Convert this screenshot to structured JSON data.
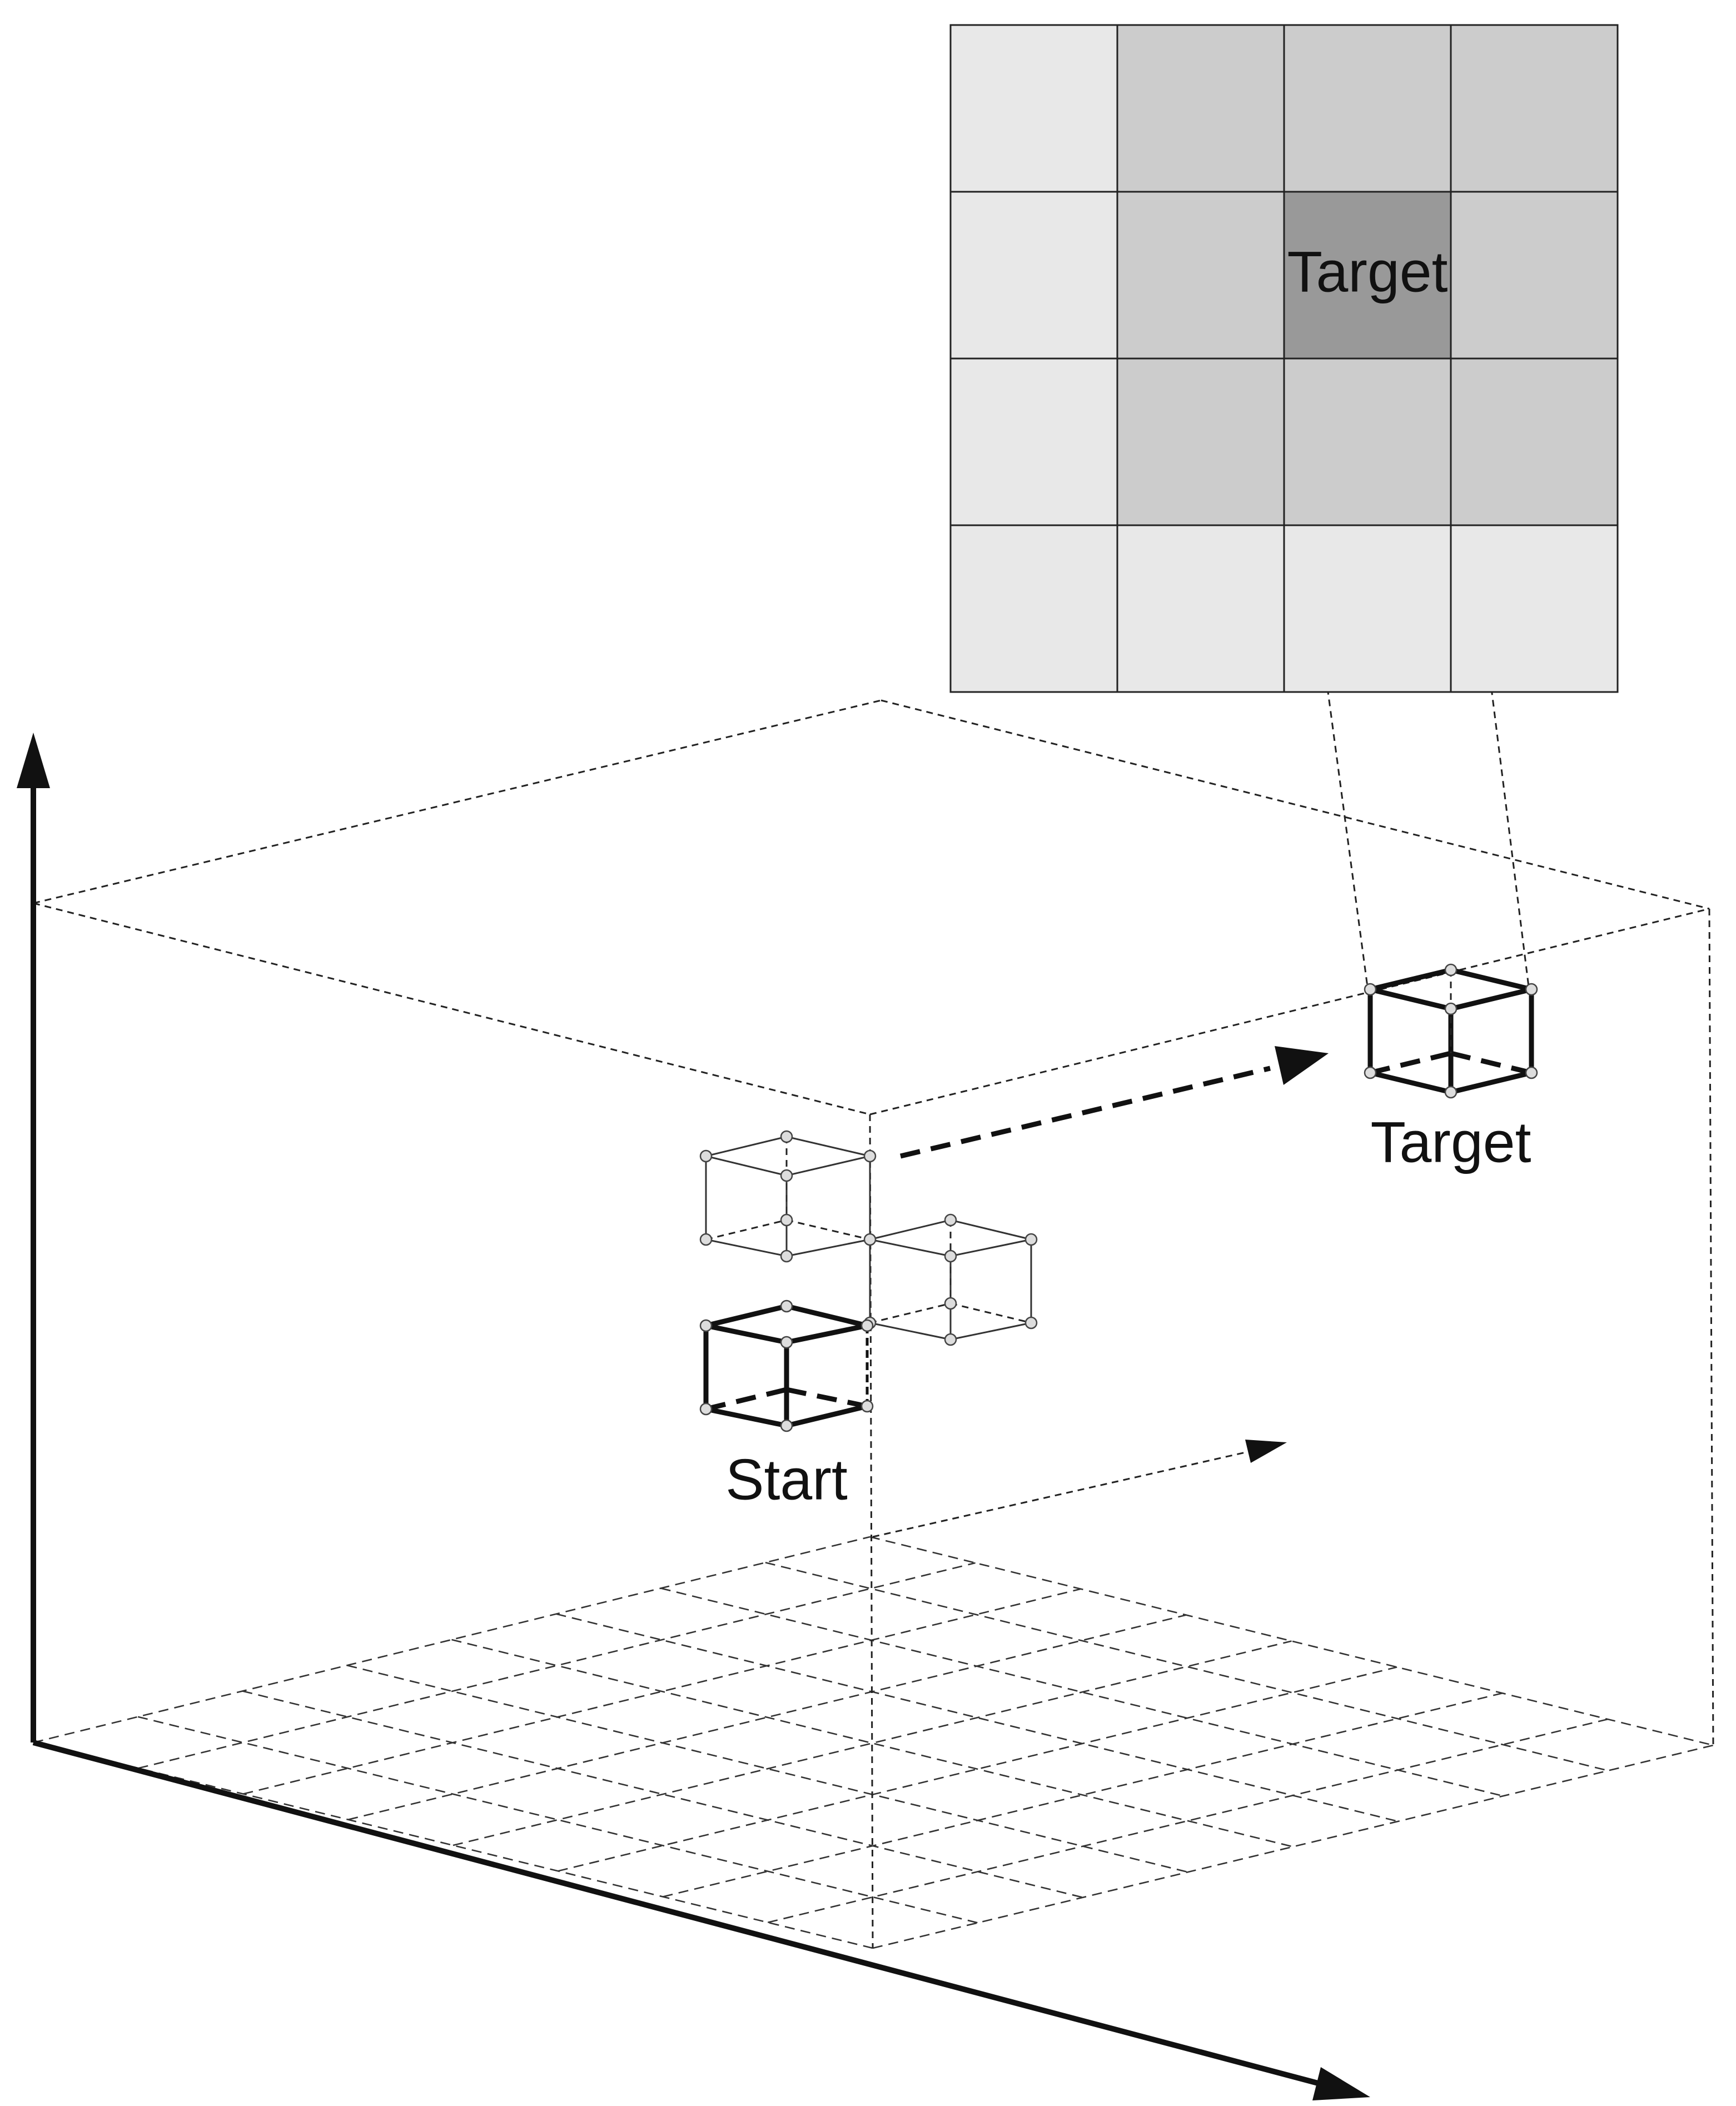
{
  "labels": {
    "grid_target": "Target",
    "volume_target": "Target",
    "start": "Start"
  },
  "colors": {
    "cell_light": "#e8e8e8",
    "cell_medium": "#cccccc",
    "cell_dark": "#999999",
    "line": "#111111"
  },
  "grid": {
    "rows": 4,
    "cols": 4,
    "shades": [
      [
        "light",
        "medium",
        "medium",
        "medium"
      ],
      [
        "light",
        "medium",
        "dark",
        "medium"
      ],
      [
        "light",
        "medium",
        "medium",
        "medium"
      ],
      [
        "light",
        "light",
        "light",
        "light"
      ]
    ],
    "target_cell": [
      1,
      2
    ]
  },
  "floor_grid": {
    "divisions": 8
  }
}
